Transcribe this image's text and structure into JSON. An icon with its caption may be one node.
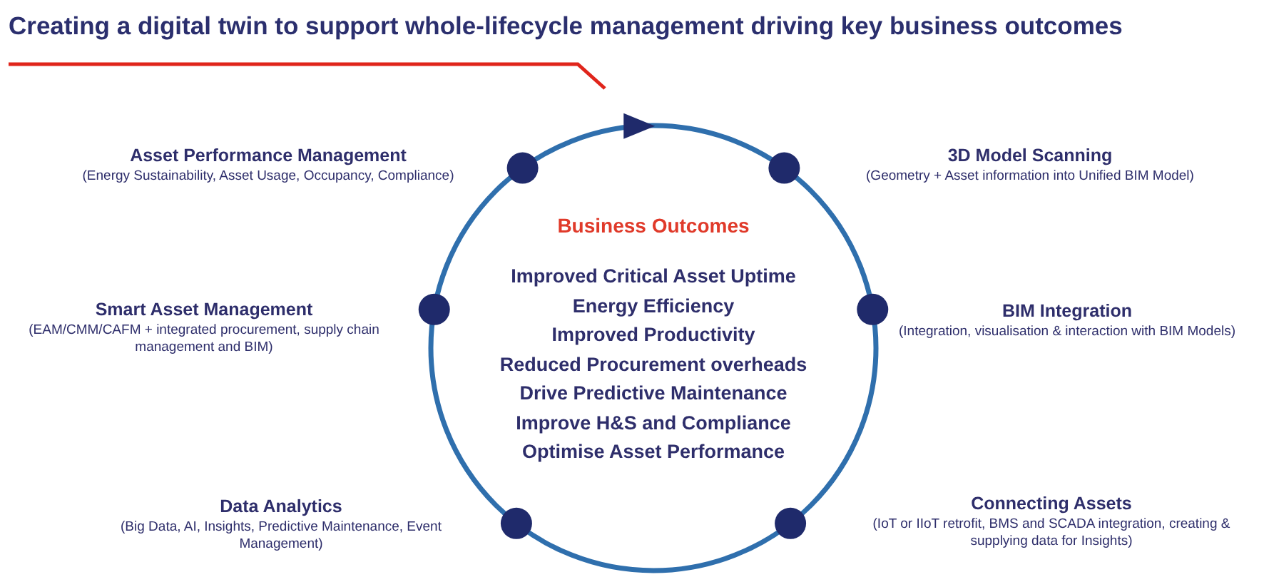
{
  "diagram": {
    "title": "Creating a digital twin to support whole-lifecycle management driving key business outcomes",
    "nodes": [
      {
        "text": [
          "Asset Performance Management",
          "(Energy Sustainability, Asset Usage, Occupancy, Compliance)"
        ]
      },
      {
        "text": [
          "3D Model Scanning",
          "(Geometry + Asset information into Unified BIM Model)"
        ]
      },
      {
        "text": [
          "Business Outcomes",
          "Improved Critical Asset Uptime",
          "Energy Efficiency",
          "Improved Productivity",
          "Reduced Procurement overheads",
          "Drive Predictive Maintenance",
          "Improve H&S and Compliance",
          "Optimise Asset Performance"
        ]
      },
      {
        "text": [
          "Smart Asset Management",
          "(EAM/CMM/CAFM + integrated procurement, supply chain management and BIM)"
        ]
      },
      {
        "text": [
          "BIM Integration",
          "(Integration, visualisation & interaction with BIM Models)"
        ]
      },
      {
        "text": [
          "Data Analytics",
          "(Big Data, AI, Insights, Predictive Maintenance, Event Management)"
        ]
      },
      {
        "text": [
          "Connecting Assets",
          "(IoT or IIoT retrofit, BMS and SCADA integration, creating & supplying data for Insights)"
        ]
      }
    ]
  }
}
